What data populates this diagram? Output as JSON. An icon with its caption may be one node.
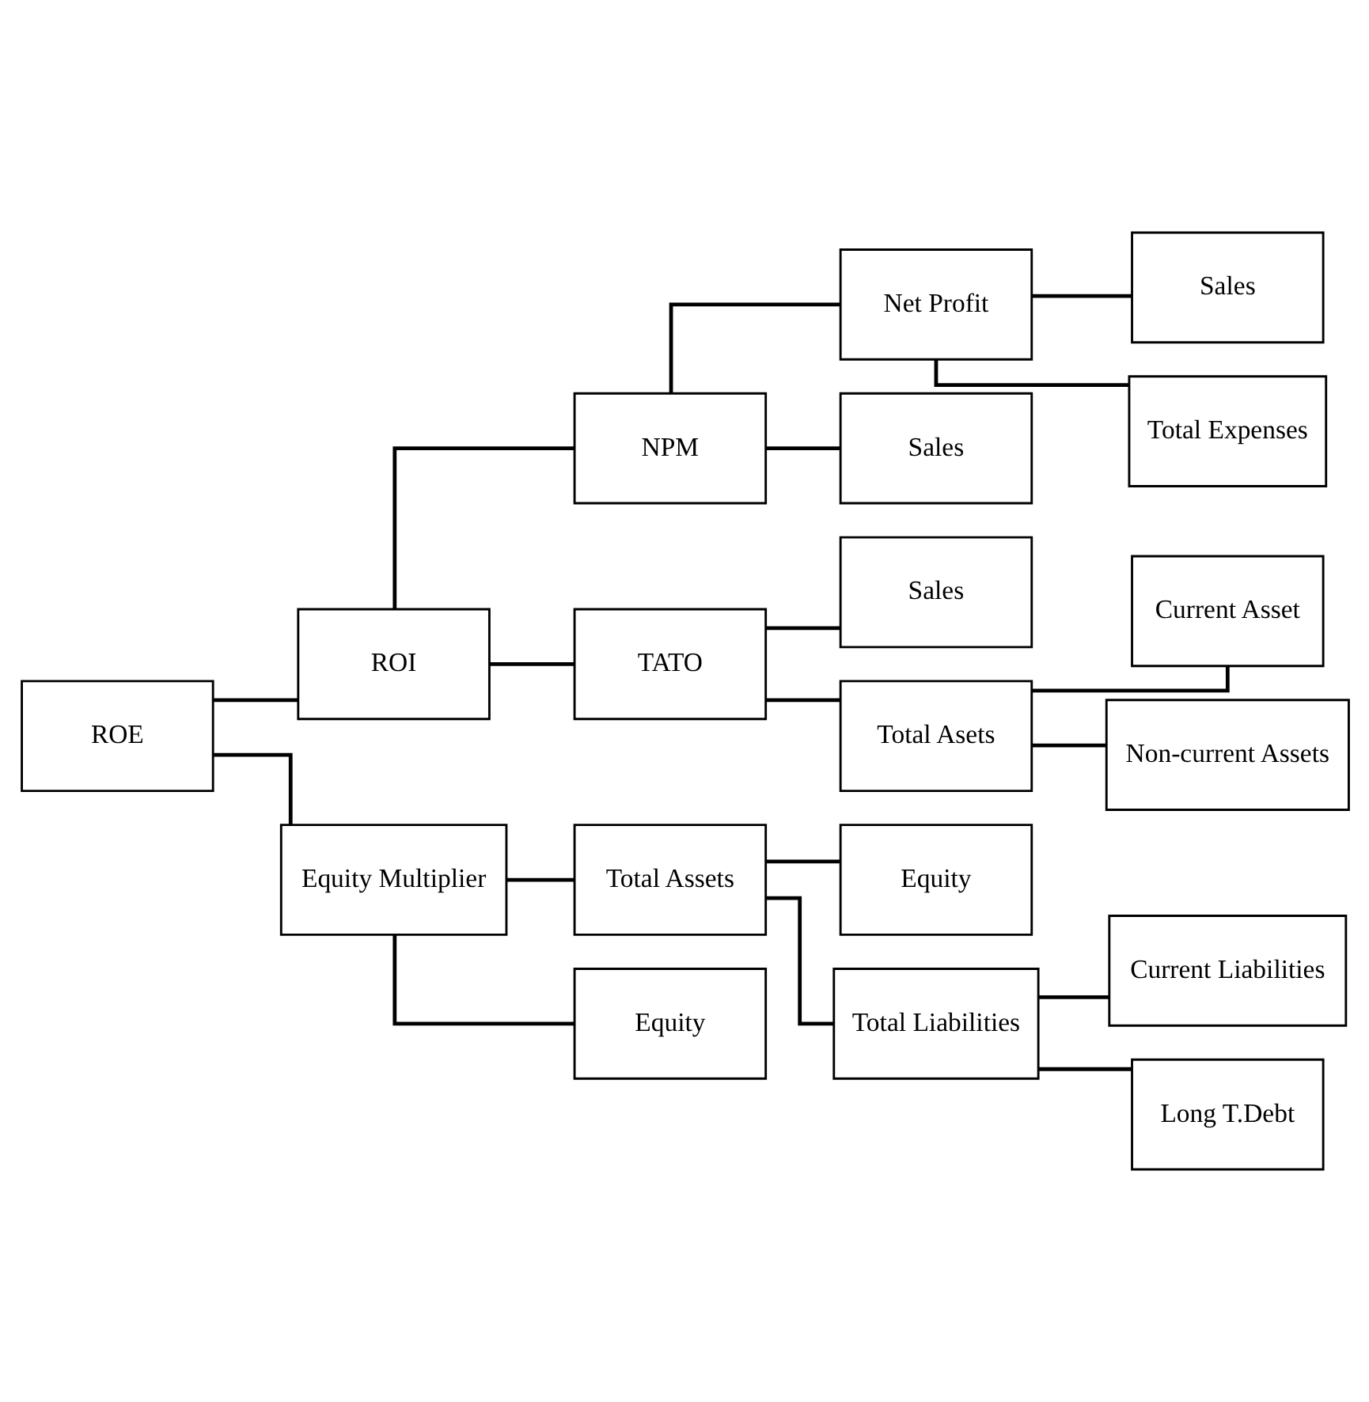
{
  "diagram": {
    "nodes": [
      {
        "text": [
          "ROE"
        ]
      },
      {
        "text": [
          "ROI"
        ]
      },
      {
        "text": [
          "Equity Multiplier"
        ]
      },
      {
        "text": [
          "NPM"
        ]
      },
      {
        "text": [
          "TATO"
        ]
      },
      {
        "text": [
          "Net Profit"
        ]
      },
      {
        "text": [
          "Sales"
        ]
      },
      {
        "text": [
          "Sales"
        ]
      },
      {
        "text": [
          "Total Expenses"
        ]
      },
      {
        "text": [
          "Sales"
        ]
      },
      {
        "text": [
          "Total Asets"
        ]
      },
      {
        "text": [
          "Current Asset"
        ]
      },
      {
        "text": [
          "Non-current Assets"
        ]
      },
      {
        "text": [
          "Total Assets"
        ]
      },
      {
        "text": [
          "Equity"
        ]
      },
      {
        "text": [
          "Total Liabilities"
        ]
      },
      {
        "text": [
          "Current Liabilities"
        ]
      },
      {
        "text": [
          "Long T.Debt"
        ]
      },
      {
        "text": [
          "Equity"
        ]
      }
    ],
    "edges": [
      {
        "from": 0,
        "to": 1,
        "arrow": "none"
      },
      {
        "from": 0,
        "to": 2,
        "arrow": "none"
      },
      {
        "from": 1,
        "to": 3,
        "arrow": "none"
      },
      {
        "from": 1,
        "to": 4,
        "arrow": "none"
      },
      {
        "from": 3,
        "to": 5,
        "arrow": "none"
      },
      {
        "from": 3,
        "to": 6,
        "arrow": "none"
      },
      {
        "from": 5,
        "to": 7,
        "arrow": "none"
      },
      {
        "from": 5,
        "to": 8,
        "arrow": "none"
      },
      {
        "from": 4,
        "to": 9,
        "arrow": "none"
      },
      {
        "from": 4,
        "to": 10,
        "arrow": "none"
      },
      {
        "from": 10,
        "to": 11,
        "arrow": "none"
      },
      {
        "from": 10,
        "to": 12,
        "arrow": "none"
      },
      {
        "from": 2,
        "to": 13,
        "arrow": "none"
      },
      {
        "from": 2,
        "to": 18,
        "arrow": "none"
      },
      {
        "from": 13,
        "to": 14,
        "arrow": "none"
      },
      {
        "from": 13,
        "to": 15,
        "arrow": "none"
      },
      {
        "from": 15,
        "to": 16,
        "arrow": "none"
      },
      {
        "from": 15,
        "to": 17,
        "arrow": "none"
      }
    ]
  }
}
